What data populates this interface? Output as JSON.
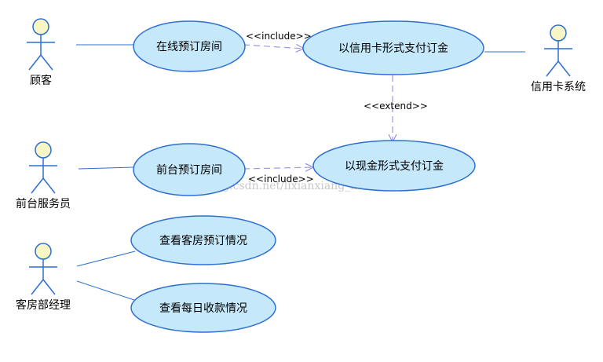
{
  "colors": {
    "usecase_fill": "#c5e8fb",
    "usecase_stroke": "#2d6fd1",
    "actor_head_fill": "#f7f6c4",
    "actor_stroke": "#2d6fd1",
    "association": "#2d6fd1",
    "dependency": "#9a9ae6"
  },
  "actors": {
    "customer": "顾客",
    "front_desk": "前台服务员",
    "room_manager": "客房部经理",
    "credit_system": "信用卡系统"
  },
  "use_cases": {
    "online_booking": "在线预订房间",
    "pay_credit": "以信用卡形式支付订金",
    "front_booking": "前台预订房间",
    "pay_cash": "以现金形式支付订金",
    "view_bookings": "查看客房预订情况",
    "view_income": "查看每日收款情况"
  },
  "relations": {
    "include_top": "<<include>>",
    "include_mid": "<<include>>",
    "extend": "<<extend>>"
  },
  "watermark": "http://blog.csdn.net/lixianxiang_kaola"
}
